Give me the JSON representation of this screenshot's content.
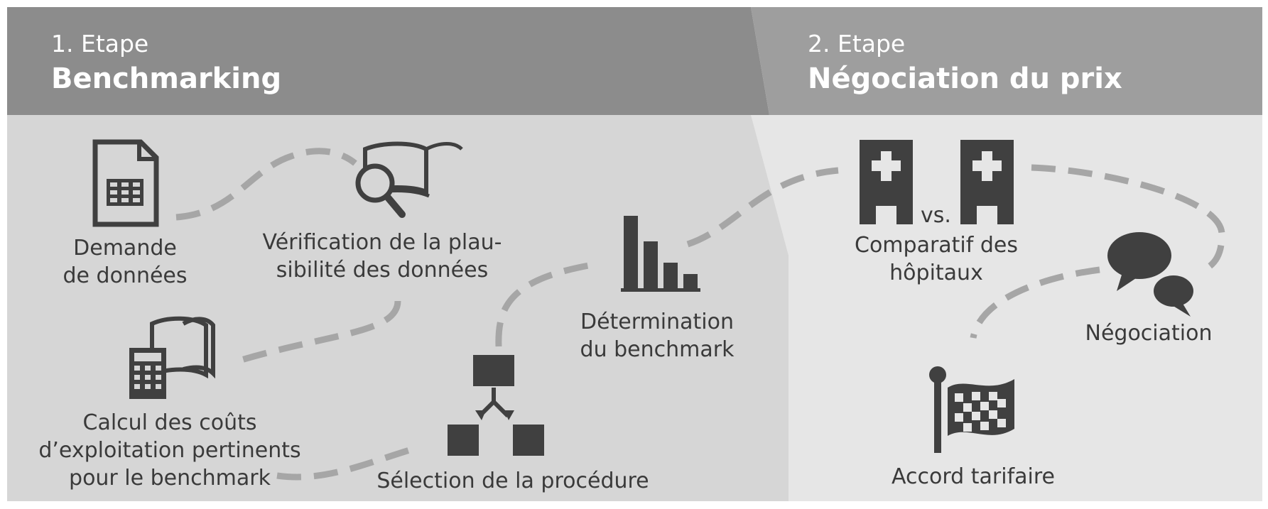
{
  "step1": {
    "number": "1. Etape",
    "title": "Benchmarking"
  },
  "step2": {
    "number": "2. Etape",
    "title": "Négociation du prix"
  },
  "nodes": {
    "data_request": [
      "Demande",
      "de données"
    ],
    "plausibility": [
      "Vérification de la plau-",
      "sibilité des données"
    ],
    "cost_calc": [
      "Calcul des coûts",
      "d’exploitation pertinents",
      "pour le benchmark"
    ],
    "procedure": [
      "Sélection de la procédure"
    ],
    "benchmark": [
      "Détermination",
      "du benchmark"
    ],
    "hospitals": [
      "Comparatif des",
      "hôpitaux"
    ],
    "vs": "vs.",
    "negotiation": [
      "Négociation"
    ],
    "agreement": [
      "Accord tarifaire"
    ]
  },
  "colors": {
    "header_dark": "#8c8c8c",
    "header_light": "#9e9e9e",
    "body_left": "#d6d6d6",
    "body_right": "#e6e6e6",
    "icon": "#404040",
    "path": "#a6a6a6"
  },
  "icons": [
    "spreadsheet-document-icon",
    "book-magnifier-icon",
    "calculator-book-icon",
    "hierarchy-selection-icon",
    "bar-chart-icon",
    "hospital-icon",
    "speech-bubbles-icon",
    "checkered-flag-icon"
  ]
}
